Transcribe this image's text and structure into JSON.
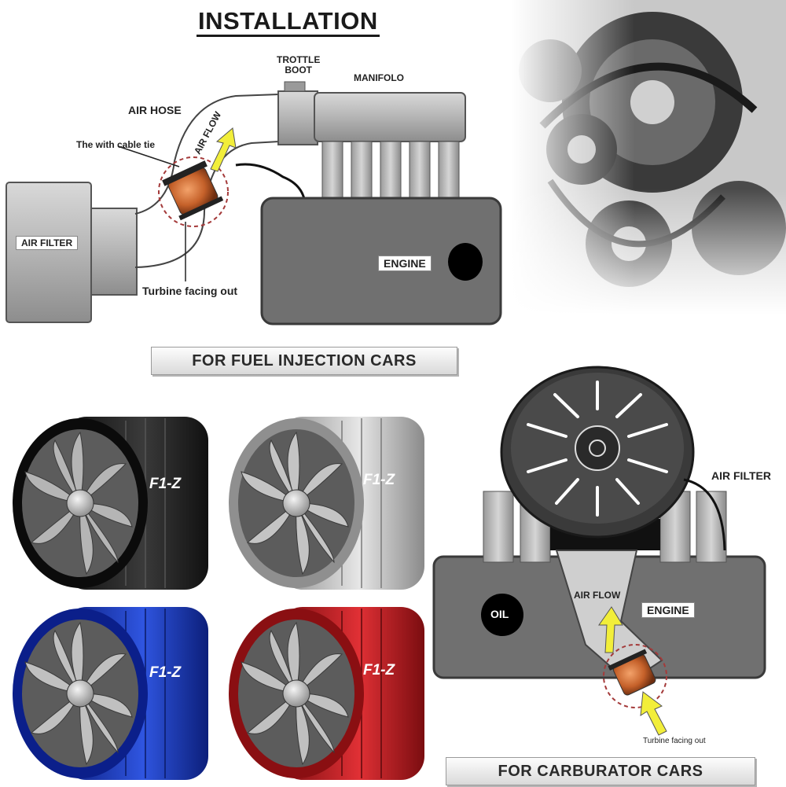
{
  "title": "INSTALLATION",
  "fuel_diagram": {
    "throttle_boot": [
      "TROTTLE",
      "BOOT"
    ],
    "manifold": "MANIFOLO",
    "air_hose": "AIR HOSE",
    "air_flow": "AIR FLOW",
    "cable_tie": "The with cable tie",
    "air_filter": "AIR FILTER",
    "engine": "ENGINE",
    "turbine": "Turbine facing out",
    "caption": "FOR FUEL INJECTION CARS"
  },
  "carb_diagram": {
    "air_filter": "AIR FILTER",
    "oil": "OIL",
    "air_flow": "AIR FLOW",
    "engine": "ENGINE",
    "turbine": "Turbine facing out",
    "caption": "FOR CARBURATOR CARS"
  },
  "products": [
    {
      "brand": "F1-Z",
      "color": "#1c1c1c"
    },
    {
      "brand": "F1-Z",
      "color": "#b9b9b9"
    },
    {
      "brand": "F1-Z",
      "color": "#1f3fc2"
    },
    {
      "brand": "F1-Z",
      "color": "#c81e22"
    }
  ],
  "colors": {
    "arrow": "#f2ee3a",
    "engine_body": "#707070",
    "intake_orange": "#c5612a"
  }
}
